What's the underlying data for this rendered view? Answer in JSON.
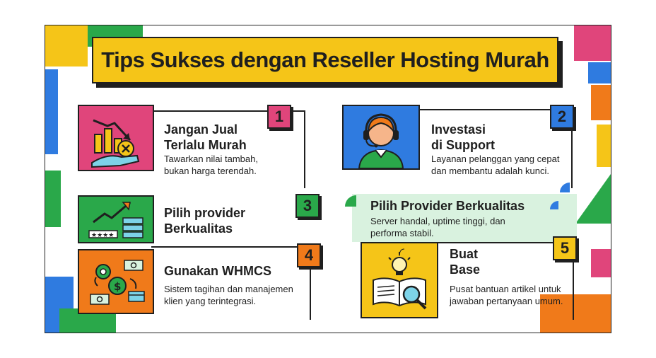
{
  "title": "Tips Sukses dengan Reseller Hosting Murah",
  "colors": {
    "yellow": "#f5c518",
    "pink": "#e0457b",
    "green": "#2aa84a",
    "blue": "#2f7be0",
    "orange": "#f07a1a",
    "mint": "#d9f2df"
  },
  "tips": [
    {
      "number": "1",
      "title": "Jangan Jual\nTerlalu Murah",
      "description": "Tawarkan nilai tambah,\nbukan harga terendah.",
      "icon": "falling-price-chart-icon"
    },
    {
      "number": "2",
      "title": "Investasi\ndi Support",
      "description": "Layanan pelanggan yang cepat\ndan membantu adalah kunci.",
      "icon": "support-agent-headset-icon"
    },
    {
      "number": "3",
      "title": "Pilih provider\nBerkualitas",
      "description": "",
      "icon": "rising-chart-server-icon"
    },
    {
      "number": "",
      "title": "Pilih Provider Berkualitas",
      "description": "Server handal, uptime tinggi, dan\nperforma stabil.",
      "icon": ""
    },
    {
      "number": "4",
      "title": "Gunakan WHMCS",
      "description": "Sistem tagihan dan manajemen\nklien yang terintegrasi.",
      "icon": "billing-gears-icon"
    },
    {
      "number": "5",
      "title": "Buat\nBase",
      "description": "Pusat bantuan artikel untuk\njawaban pertanyaan umum.",
      "icon": "book-lightbulb-search-icon"
    }
  ]
}
